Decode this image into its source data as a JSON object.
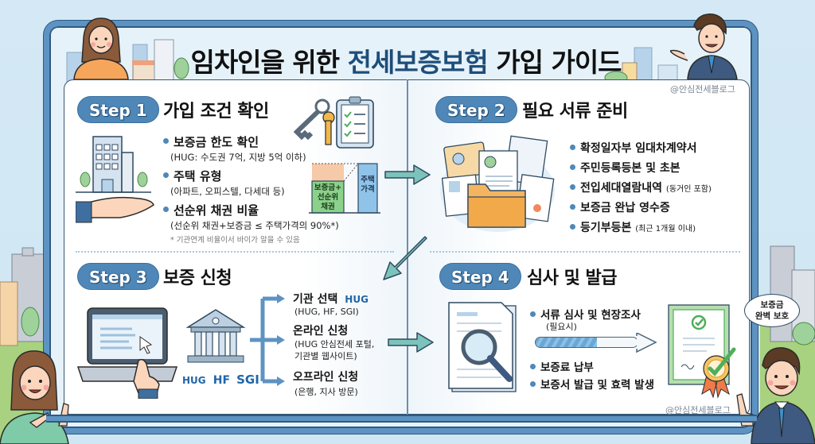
{
  "colors": {
    "accent": "#1e4e79",
    "badge": "#4f88b8",
    "frame": "#5d93c2",
    "teal_arrow": "#7cc3bb",
    "check_green": "#4fae5b"
  },
  "header": {
    "title_prefix": "임차인을 위한 ",
    "title_accent": "전세보증보험",
    "title_suffix": " 가입 가이드",
    "watermark_top": "@안심전세블로그"
  },
  "steps": [
    {
      "badge": "Step 1",
      "title": "가입 조건 확인",
      "bullets": [
        {
          "label": "보증금 한도 확인",
          "detail": "(HUG: 수도권 7억, 지방 5억 이하)"
        },
        {
          "label": "주택 유형",
          "detail": "(아파트, 오피스텔, 다세대 등)"
        },
        {
          "label": "선순위 채권 비율",
          "detail": "(선순위 채권+보증금 ≤ 주택가격의 90%*)"
        }
      ],
      "note": "* 기관연계 비율이서 바이가 알을 수 있음",
      "diagram": {
        "left_box": "보증금+\n선순위\n채권",
        "right_box": "주택\n가격",
        "ratio_percent": 90
      }
    },
    {
      "badge": "Step 2",
      "title": "필요 서류 준비",
      "bullets": [
        {
          "label": "확정일자부 임대차계약서",
          "detail": ""
        },
        {
          "label": "주민등록등본 및 초본",
          "detail": ""
        },
        {
          "label": "전입세대열람내역",
          "detail": "(동거인 포함)"
        },
        {
          "label": "보증금 완납 영수증",
          "detail": ""
        },
        {
          "label": "등기부등본",
          "detail": "(최근 1개월 이내)"
        }
      ]
    },
    {
      "badge": "Step 3",
      "title": "보증 신청",
      "bullets": [
        {
          "label": "기관 선택",
          "detail": "(HUG, HF, SGI)",
          "logo": "HUG"
        },
        {
          "label": "온라인 신청",
          "detail": "(HUG 안심전세 포털,\n기관별 웹사이트)"
        },
        {
          "label": "오프라인 신청",
          "detail": "(은행, 지사 방문)"
        }
      ],
      "logos": [
        "HUG",
        "HF",
        "SGI"
      ]
    },
    {
      "badge": "Step 4",
      "title": "심사 및 발급",
      "bullets": [
        {
          "label": "서류 심사 및 현장조사",
          "detail": "(필요시)"
        },
        {
          "label": "보증료 납부",
          "detail": ""
        },
        {
          "label": "보증서 발급 및 효력 발생",
          "detail": ""
        }
      ],
      "progress_percent": 60,
      "watermark": "@안심전세블로그"
    }
  ],
  "speech_bubble": "보증금\n완벽 보호"
}
